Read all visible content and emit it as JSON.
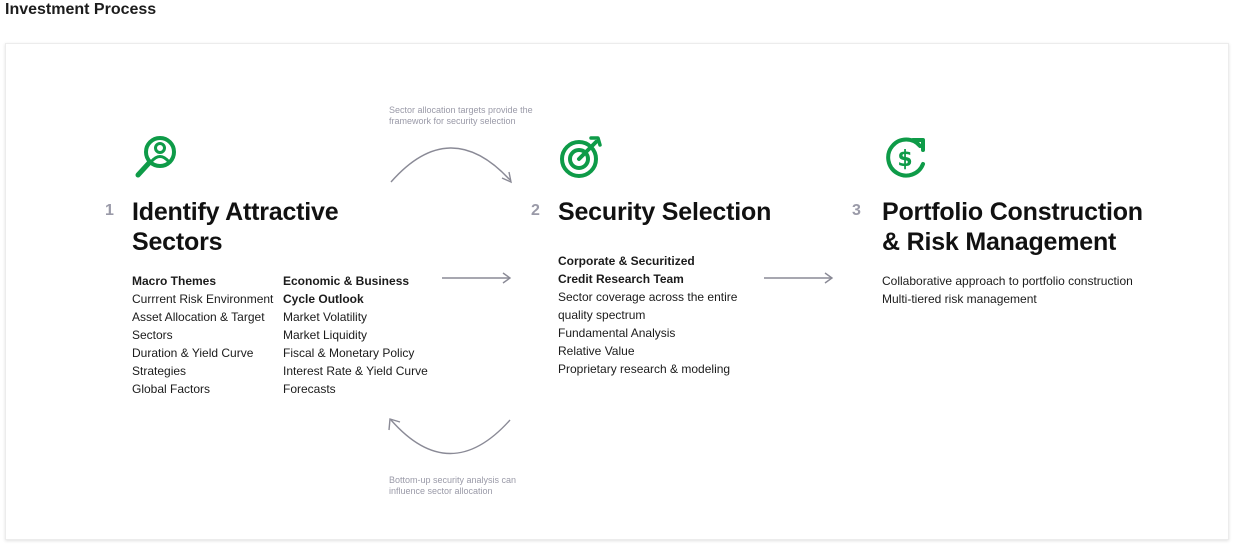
{
  "page": {
    "title": "Investment Process"
  },
  "colors": {
    "accent": "#0e9b48",
    "muted": "#9a9aa8",
    "arrow": "#8a8a96"
  },
  "notes": {
    "top": [
      "Sector allocation targets provide the",
      "framework for security selection"
    ],
    "bottom": [
      "Bottom-up security analysis can",
      "influence sector allocation"
    ]
  },
  "steps": [
    {
      "number": "1",
      "icon": "magnifier-person-icon",
      "title": [
        "Identify Attractive",
        "Sectors"
      ],
      "columns": [
        {
          "heading": [
            "Macro Themes"
          ],
          "items": [
            "Currrent Risk Environment",
            "Asset Allocation & Target",
            "Sectors",
            "Duration & Yield Curve",
            "Strategies",
            "Global Factors"
          ]
        },
        {
          "heading": [
            "Economic & Business",
            "Cycle Outlook"
          ],
          "items": [
            "Market Volatility",
            "Market Liquidity",
            "Fiscal & Monetary Policy",
            "Interest Rate & Yield Curve",
            "Forecasts"
          ]
        }
      ]
    },
    {
      "number": "2",
      "icon": "target-arrow-icon",
      "title": [
        "Security Selection"
      ],
      "columns": [
        {
          "heading": [
            "Corporate & Securitized",
            "Credit Research Team"
          ],
          "items": [
            "Sector coverage across the entire",
            "quality spectrum",
            "Fundamental Analysis",
            "Relative Value",
            "Proprietary research & modeling"
          ]
        }
      ]
    },
    {
      "number": "3",
      "icon": "dollar-refresh-icon",
      "title": [
        "Portfolio Construction",
        "& Risk Management"
      ],
      "columns": [
        {
          "heading": [],
          "items": [
            "Collaborative approach to portfolio construction",
            "Multi-tiered risk management"
          ]
        }
      ]
    }
  ]
}
